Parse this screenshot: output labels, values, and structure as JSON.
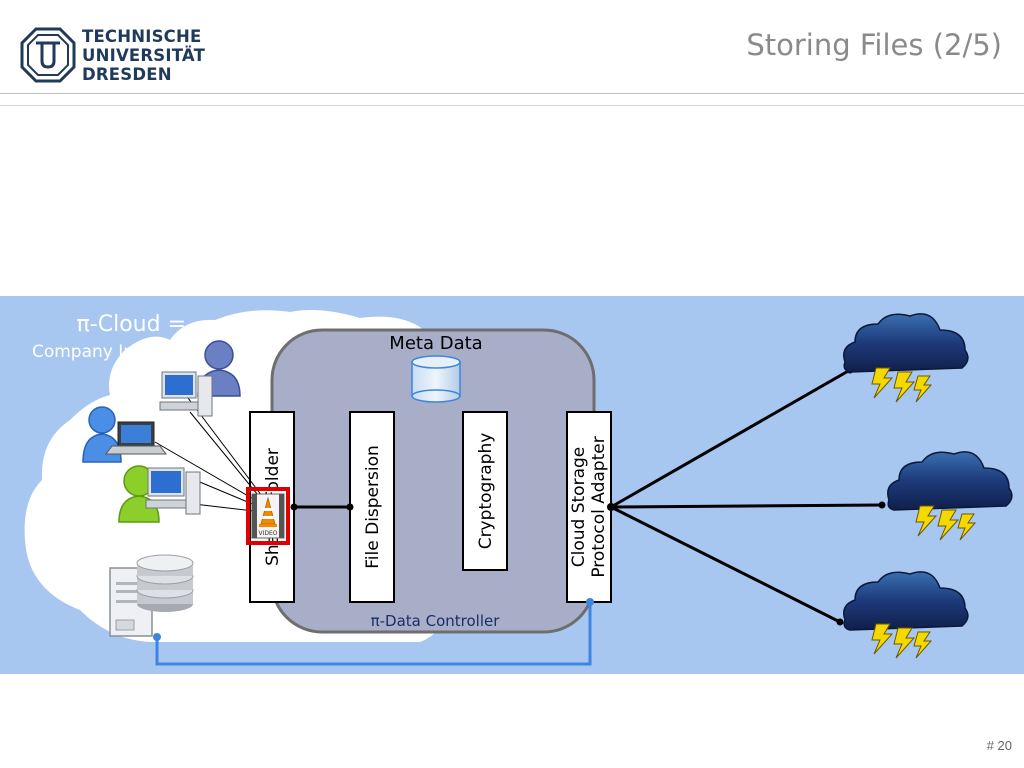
{
  "header": {
    "logo_lines": [
      "TECHNISCHE",
      "UNIVERSITÄT",
      "DRESDEN"
    ],
    "title": "Storing Files (2/5)"
  },
  "diagram": {
    "cloud_label_line1": "π-Cloud =",
    "cloud_label_line2": "Company Intranet",
    "meta_data_label": "Meta Data",
    "controller_label": "π-Data Controller",
    "modules": {
      "shared_folder": "Shared Folder",
      "file_dispersion": "File Dispersion",
      "cryptography": "Cryptography",
      "adapter_line1": "Cloud Storage",
      "adapter_line2": "Protocol Adapter"
    },
    "video_badge": "VIDEO"
  },
  "colors": {
    "band": "#a8c7f0",
    "controller_fill": "#a8adc8",
    "storm_cloud": "#18306a",
    "lightning": "#f5d800",
    "highlight": "#e00000",
    "link_line": "#3d85e0"
  },
  "footer": {
    "page_number": "# 20"
  }
}
